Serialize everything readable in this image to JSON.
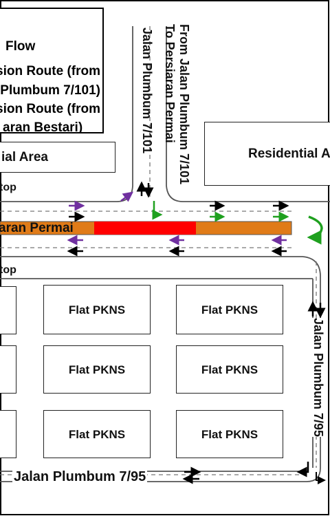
{
  "legend": {
    "line1": "Flow",
    "line2": "sion Route (from",
    "line3": "Plumbum 7/101)",
    "line4": "sion Route (from",
    "line5": "aran Bestari)"
  },
  "areas": {
    "industrial": "ial Area",
    "residential": "Residential A",
    "flat": "Flat PKNS"
  },
  "roads": {
    "permai": "aran Permai",
    "plumbum_7_101": "Jalan Plumbum 7/101",
    "from_plumbum_line1": "From Jalan Plumbum 7/101",
    "from_plumbum_line2": "To Persiaran Permai",
    "plumbum_7_95_right": "Jalan Plumbum 7/95",
    "plumbum_7_95_bottom": "Jalan Plumbum 7/95"
  },
  "stops": {
    "top": "top",
    "bottom": "top"
  },
  "colors": {
    "closed_red": "#ff0000",
    "diversion_orange": "#e07b18",
    "purple_route": "#7030a0",
    "green_route": "#1fa01f",
    "road_line": "#777777"
  }
}
